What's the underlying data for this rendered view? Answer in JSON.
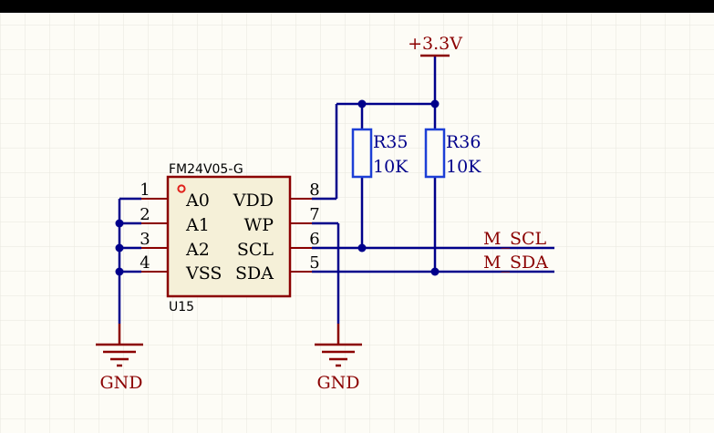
{
  "chip": {
    "part": "FM24V05-G",
    "designator": "U15",
    "pins_left": [
      {
        "num": "1",
        "name": "A0"
      },
      {
        "num": "2",
        "name": "A1"
      },
      {
        "num": "3",
        "name": "A2"
      },
      {
        "num": "4",
        "name": "VSS"
      }
    ],
    "pins_right": [
      {
        "num": "8",
        "name": "VDD"
      },
      {
        "num": "7",
        "name": "WP"
      },
      {
        "num": "6",
        "name": "SCL"
      },
      {
        "num": "5",
        "name": "SDA"
      }
    ]
  },
  "resistors": [
    {
      "ref": "R35",
      "value": "10K"
    },
    {
      "ref": "R36",
      "value": "10K"
    }
  ],
  "power": {
    "label": "+3.3V"
  },
  "grounds": [
    {
      "label": "GND"
    },
    {
      "label": "GND"
    }
  ],
  "nets": [
    {
      "label": "M_SCL"
    },
    {
      "label": "M_SDA"
    }
  ],
  "colors": {
    "background": "#fdfcf6",
    "grid": "#e8e6de",
    "wire": "#00008b",
    "component": "#8b0000",
    "body_fill": "#f5f0d8",
    "resistor": "#1d3fd6"
  }
}
